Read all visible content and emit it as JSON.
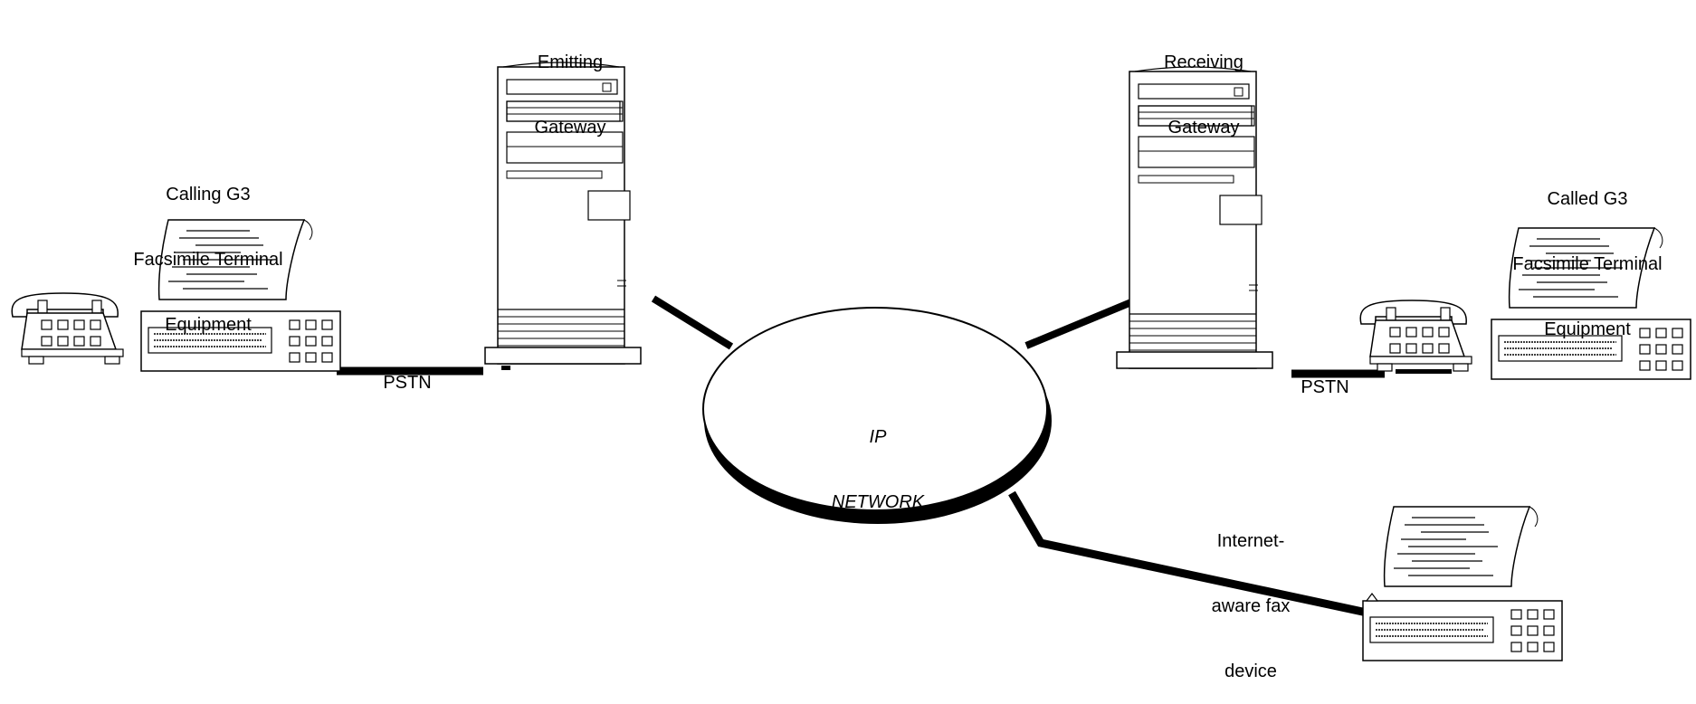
{
  "labels": {
    "emitting_gateway": [
      "Emitting",
      "Gateway"
    ],
    "receiving_gateway": [
      "Receiving",
      "Gateway"
    ],
    "calling_terminal": [
      "Calling G3",
      "Facsimile Terminal",
      "Equipment"
    ],
    "called_terminal": [
      "Called G3",
      "Facsimile Terminal",
      "Equipment"
    ],
    "pstn_left": "PSTN",
    "pstn_right": "PSTN",
    "ip_network": [
      "IP",
      "NETWORK"
    ],
    "internet_fax": [
      "Internet-",
      "aware fax",
      "device"
    ]
  },
  "colors": {
    "line": "#000000",
    "fill": "#ffffff"
  },
  "icons": [
    "fax-machine-icon",
    "server-tower-icon",
    "cloud-network-icon"
  ]
}
